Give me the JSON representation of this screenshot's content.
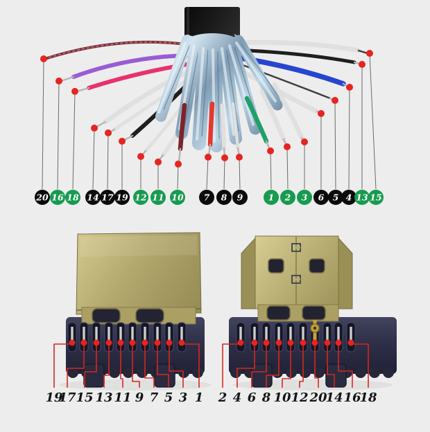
{
  "colors": {
    "background": "#ededee",
    "marker_dot": "#e62420",
    "leader_line": "#6a6a6a",
    "badge_green": "#179b4f",
    "badge_black": "#0b0b0b",
    "badge_text": "#ffffff",
    "routing_line": "#d7271e",
    "pin_number_text": "#151515",
    "connector_gold": "#b2a76d",
    "connector_base_navy": "#2c2d43",
    "foil_shield": "#9fb9cd",
    "cable_jacket": "#141414",
    "wire_hex": {
      "maroon-braided": "#7b2e38",
      "purple": "#995cd4",
      "pink": "#e73170",
      "white": "#f3f3f3",
      "black": "#1f1f1f",
      "dark-red": "#7c232b",
      "red": "#e5372e",
      "green": "#1f9f69",
      "dark-gray": "#3f3f3f",
      "blue": "#2746cf"
    }
  },
  "wire_labels": [
    {
      "label": "20",
      "badge": "black",
      "wire": "maroon-braided"
    },
    {
      "label": "16",
      "badge": "green",
      "wire": "purple"
    },
    {
      "label": "18",
      "badge": "green",
      "wire": "pink"
    },
    {
      "label": "14",
      "badge": "black",
      "wire": "white"
    },
    {
      "label": "17",
      "badge": "black",
      "wire": "white"
    },
    {
      "label": "19",
      "badge": "black",
      "wire": "black"
    },
    {
      "label": "12",
      "badge": "green",
      "wire": "white"
    },
    {
      "label": "11",
      "badge": "green",
      "wire": "white"
    },
    {
      "label": "10",
      "badge": "green",
      "wire": "dark-red"
    },
    {
      "label": "7",
      "badge": "black",
      "wire": "red"
    },
    {
      "label": "8",
      "badge": "black",
      "wire": "white"
    },
    {
      "label": "9",
      "badge": "black",
      "wire": "white"
    },
    {
      "label": "1",
      "badge": "green",
      "wire": "green"
    },
    {
      "label": "2",
      "badge": "green",
      "wire": "white"
    },
    {
      "label": "3",
      "badge": "green",
      "wire": "white"
    },
    {
      "label": "6",
      "badge": "black",
      "wire": "white"
    },
    {
      "label": "5",
      "badge": "black",
      "wire": "dark-gray"
    },
    {
      "label": "4",
      "badge": "black",
      "wire": "blue"
    },
    {
      "label": "13",
      "badge": "green",
      "wire": "black"
    },
    {
      "label": "15",
      "badge": "green",
      "wire": "white"
    }
  ],
  "left_connector": {
    "view": "solder-back-side",
    "pin_numbers": [
      "19",
      "17",
      "15",
      "13",
      "11",
      "9",
      "7",
      "5",
      "3",
      "1"
    ]
  },
  "right_connector": {
    "view": "plug-front-side",
    "pin_numbers": [
      "2",
      "4",
      "6",
      "8",
      "10",
      "12",
      "20",
      "14",
      "16",
      "18"
    ]
  }
}
